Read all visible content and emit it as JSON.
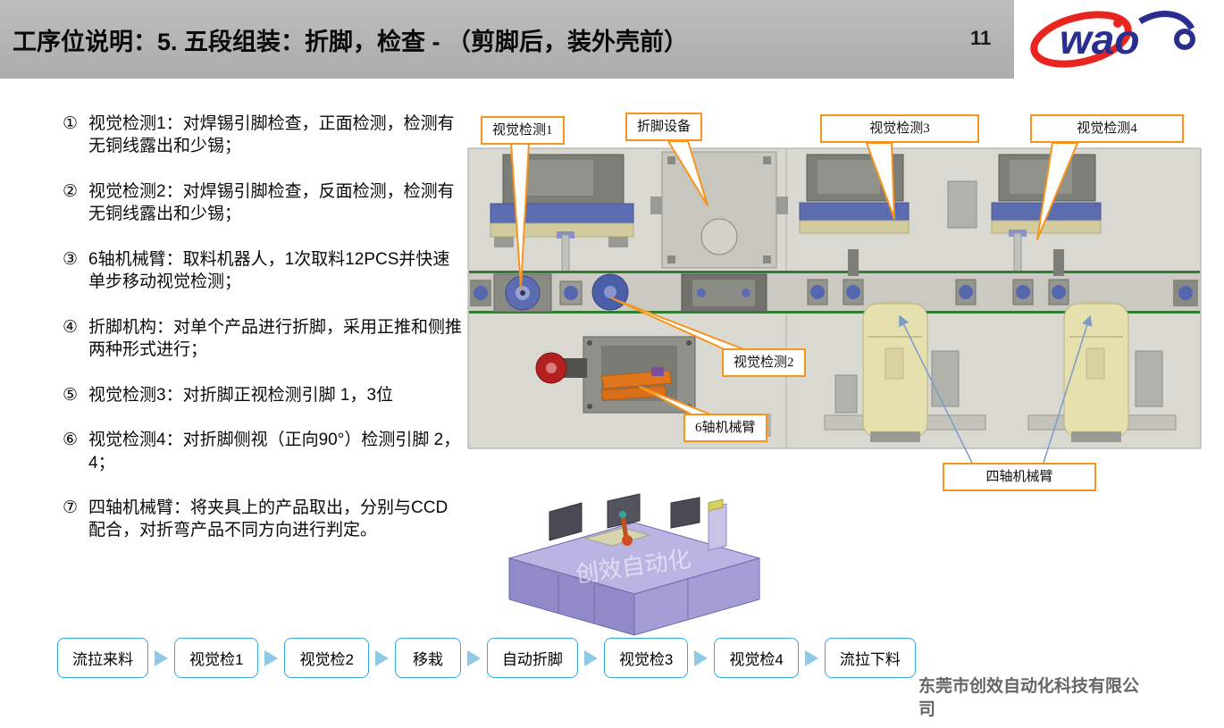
{
  "header": {
    "title": "工序位说明：5. 五段组装：折脚，检查 - ",
    "title_suffix": "（剪脚后，装外壳前）",
    "page_number": "11",
    "logo_text": "wao"
  },
  "steps": [
    {
      "num": "①",
      "text": "视觉检测1：对焊锡引脚检查，正面检测，检测有无铜线露出和少锡；"
    },
    {
      "num": "②",
      "text": "视觉检测2：对焊锡引脚检查，反面检测，检测有无铜线露出和少锡；"
    },
    {
      "num": "③",
      "text": "6轴机械臂：取料机器人，1次取料12PCS并快速单步移动视觉检测；"
    },
    {
      "num": "④",
      "text": "折脚机构：对单个产品进行折脚，采用正推和侧推两种形式进行；"
    },
    {
      "num": "⑤",
      "text": "视觉检测3：对折脚正视检测引脚 1，3位"
    },
    {
      "num": "⑥",
      "text": "视觉检测4：对折脚侧视（正向90°）检测引脚 2，4；"
    },
    {
      "num": "⑦",
      "text": "四轴机械臂：将夹具上的产品取出，分别与CCD配合，对折弯产品不同方向进行判定。"
    }
  ],
  "diagram": {
    "callouts": {
      "vision1": "视觉检测1",
      "bender": "折脚设备",
      "vision3": "视觉检测3",
      "vision4": "视觉检测4",
      "vision2": "视觉检测2",
      "robot6": "6轴机械臂",
      "robot4": "四轴机械臂"
    },
    "watermark": "创效自动化"
  },
  "flow": {
    "nodes": [
      "流拉来料",
      "视觉检1",
      "视觉检2",
      "移栽",
      "自动折脚",
      "视觉检3",
      "视觉检4",
      "流拉下料"
    ]
  },
  "footer": {
    "company": "东莞市创效自动化科技有限公司"
  },
  "colors": {
    "header_bg": "#b5b5b5",
    "callout_border": "#f7941e",
    "flow_border": "#35aade",
    "machine_blue": "#5c6cb0",
    "robot_tan": "#e6dfae",
    "arm_orange": "#e2761d"
  }
}
